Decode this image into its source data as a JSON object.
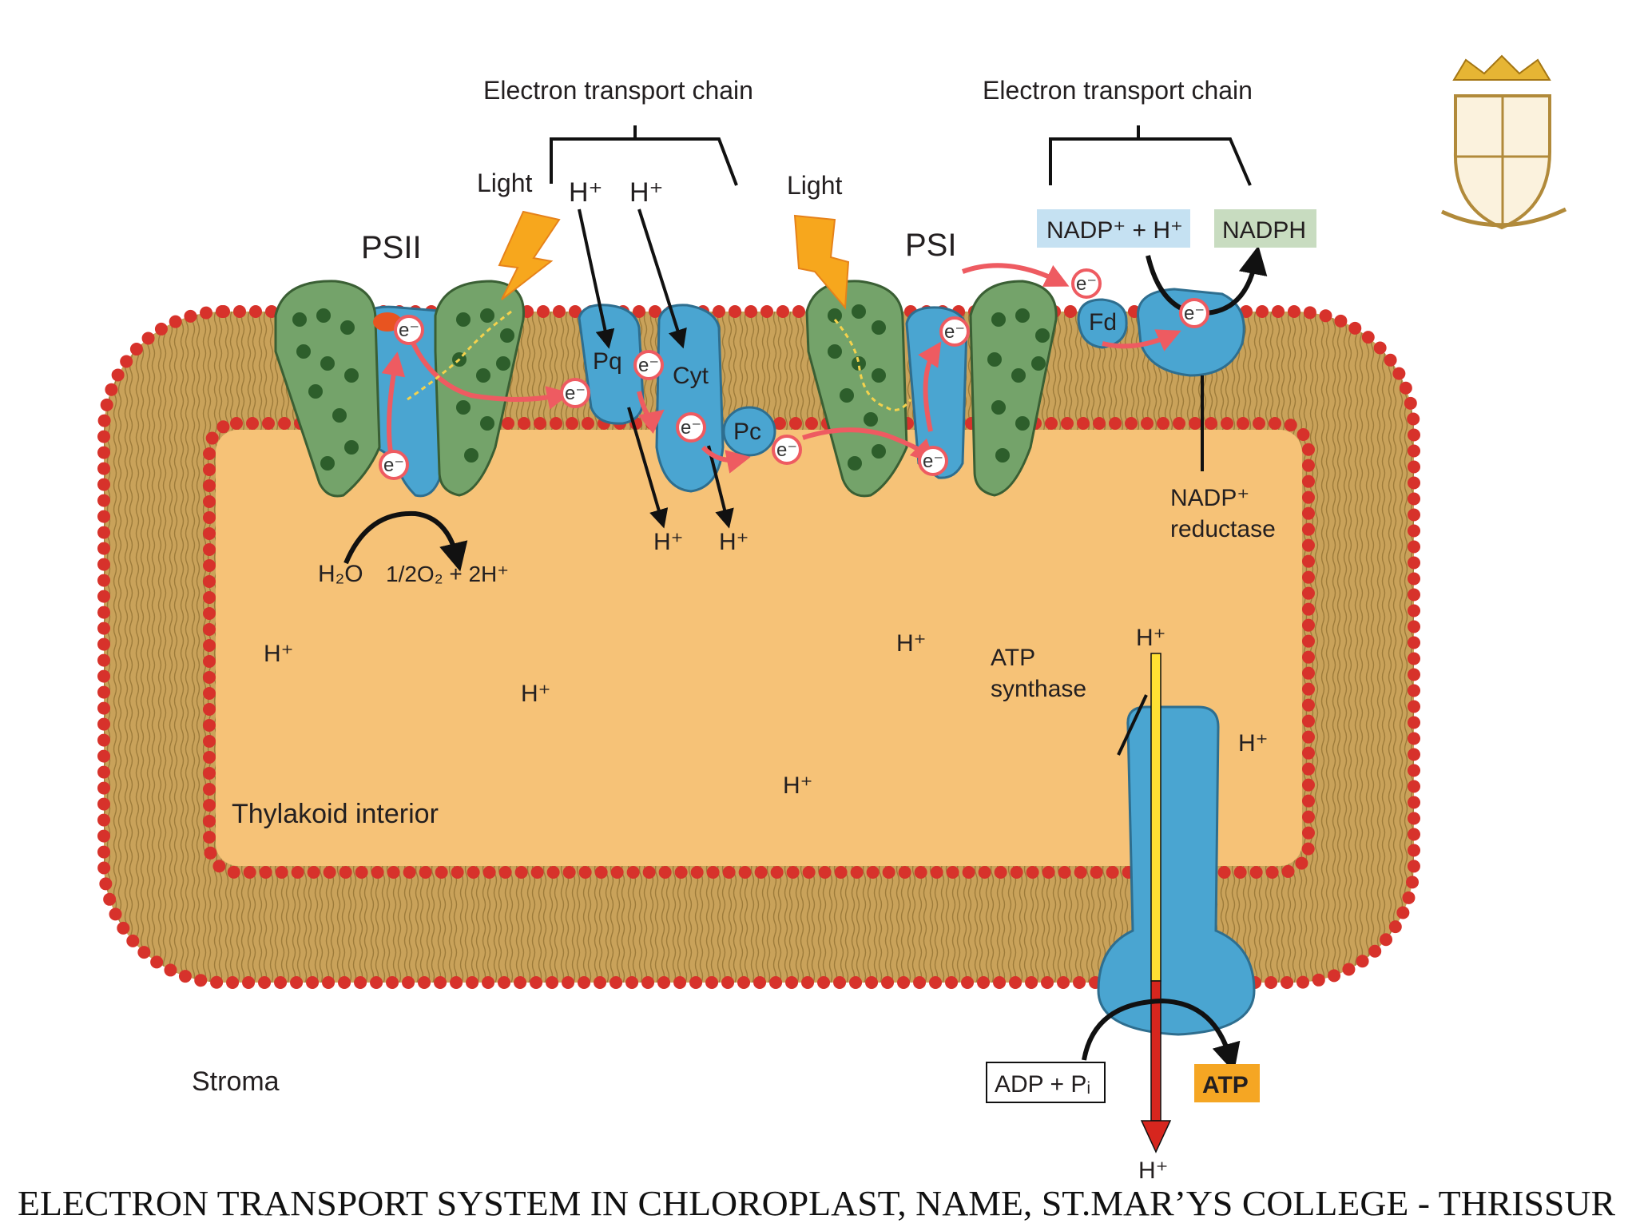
{
  "labels": {
    "etc_left": "Electron transport chain",
    "etc_right": "Electron transport chain",
    "light_left": "Light",
    "light_right": "Light",
    "psii": "PSII",
    "psi": "PSI",
    "pq": "Pq",
    "cyt": "Cyt",
    "pc": "Pc",
    "fd": "Fd",
    "nadp_h": "NADP⁺ + H⁺",
    "nadph": "NADPH",
    "nadp_reductase_1": "NADP⁺",
    "nadp_reductase_2": "reductase",
    "h2o": "H₂O",
    "half_o2": "1/2O₂ + 2H⁺",
    "thylakoid_interior": "Thylakoid interior",
    "atp_synthase_1": "ATP",
    "atp_synthase_2": "synthase",
    "stroma": "Stroma",
    "adp_pi": "ADP + Pᵢ",
    "atp": "ATP",
    "electron": "e⁻",
    "proton": "H⁺"
  },
  "caption": "ELECTRON TRANSPORT SYSTEM IN CHLOROPLAST, NAME, ST.MAR’YS COLLEGE - THRISSUR",
  "colors": {
    "lumen": "#f6c277",
    "membrane": "#c9a25a",
    "phosphate_head": "#d7322b",
    "photosystem": "#74a36a",
    "protein_blue": "#4aa5d1",
    "electron_path": "#ee5b61",
    "atp_box": "#f5a623",
    "nadp_box": "#c5e1f2",
    "nadph_box": "#c8dcc0",
    "proton_arrow_top": "#ffe033",
    "proton_arrow_bottom": "#d7261e"
  }
}
